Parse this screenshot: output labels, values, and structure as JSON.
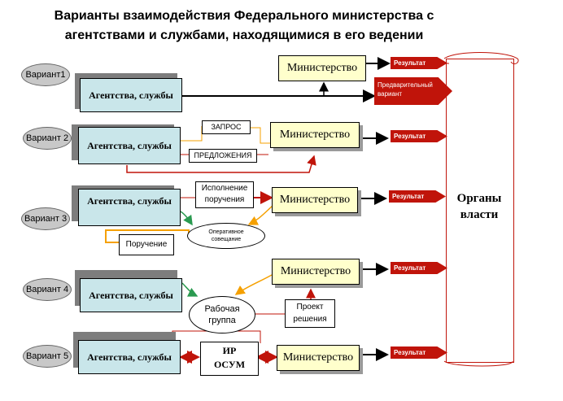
{
  "title_line1": "Варианты взаимодействия Федерального министерства с",
  "title_line2": "агентствами и службами, находящимися в его ведении",
  "variants": [
    "Вариант1",
    "Вариант 2",
    "Вариант 3",
    "Вариант 4",
    "Вариант 5"
  ],
  "agency_label": "Агентства, службы",
  "ministry_label": "Министерство",
  "result_label": "Результат",
  "preliminary_label": "Предварительный вариант",
  "request_label": "ЗАПРОС",
  "proposals_label": "ПРЕДЛОЖЕНИЯ",
  "execution_label": "Исполнение поручения",
  "instruction_label": "Поручение",
  "operative_label": "Оперативное совещание",
  "workgroup_label": "Рабочая группа",
  "draft_label": "Проект решения",
  "ir_label": "ИР",
  "osum_label": "ОСУМ",
  "organs_label": "Органы власти",
  "colors": {
    "result": "#c0140a",
    "agency": "#c9e6ea",
    "ministry": "#ffffcc",
    "orange": "#f5a000",
    "green": "#2a9a50"
  }
}
